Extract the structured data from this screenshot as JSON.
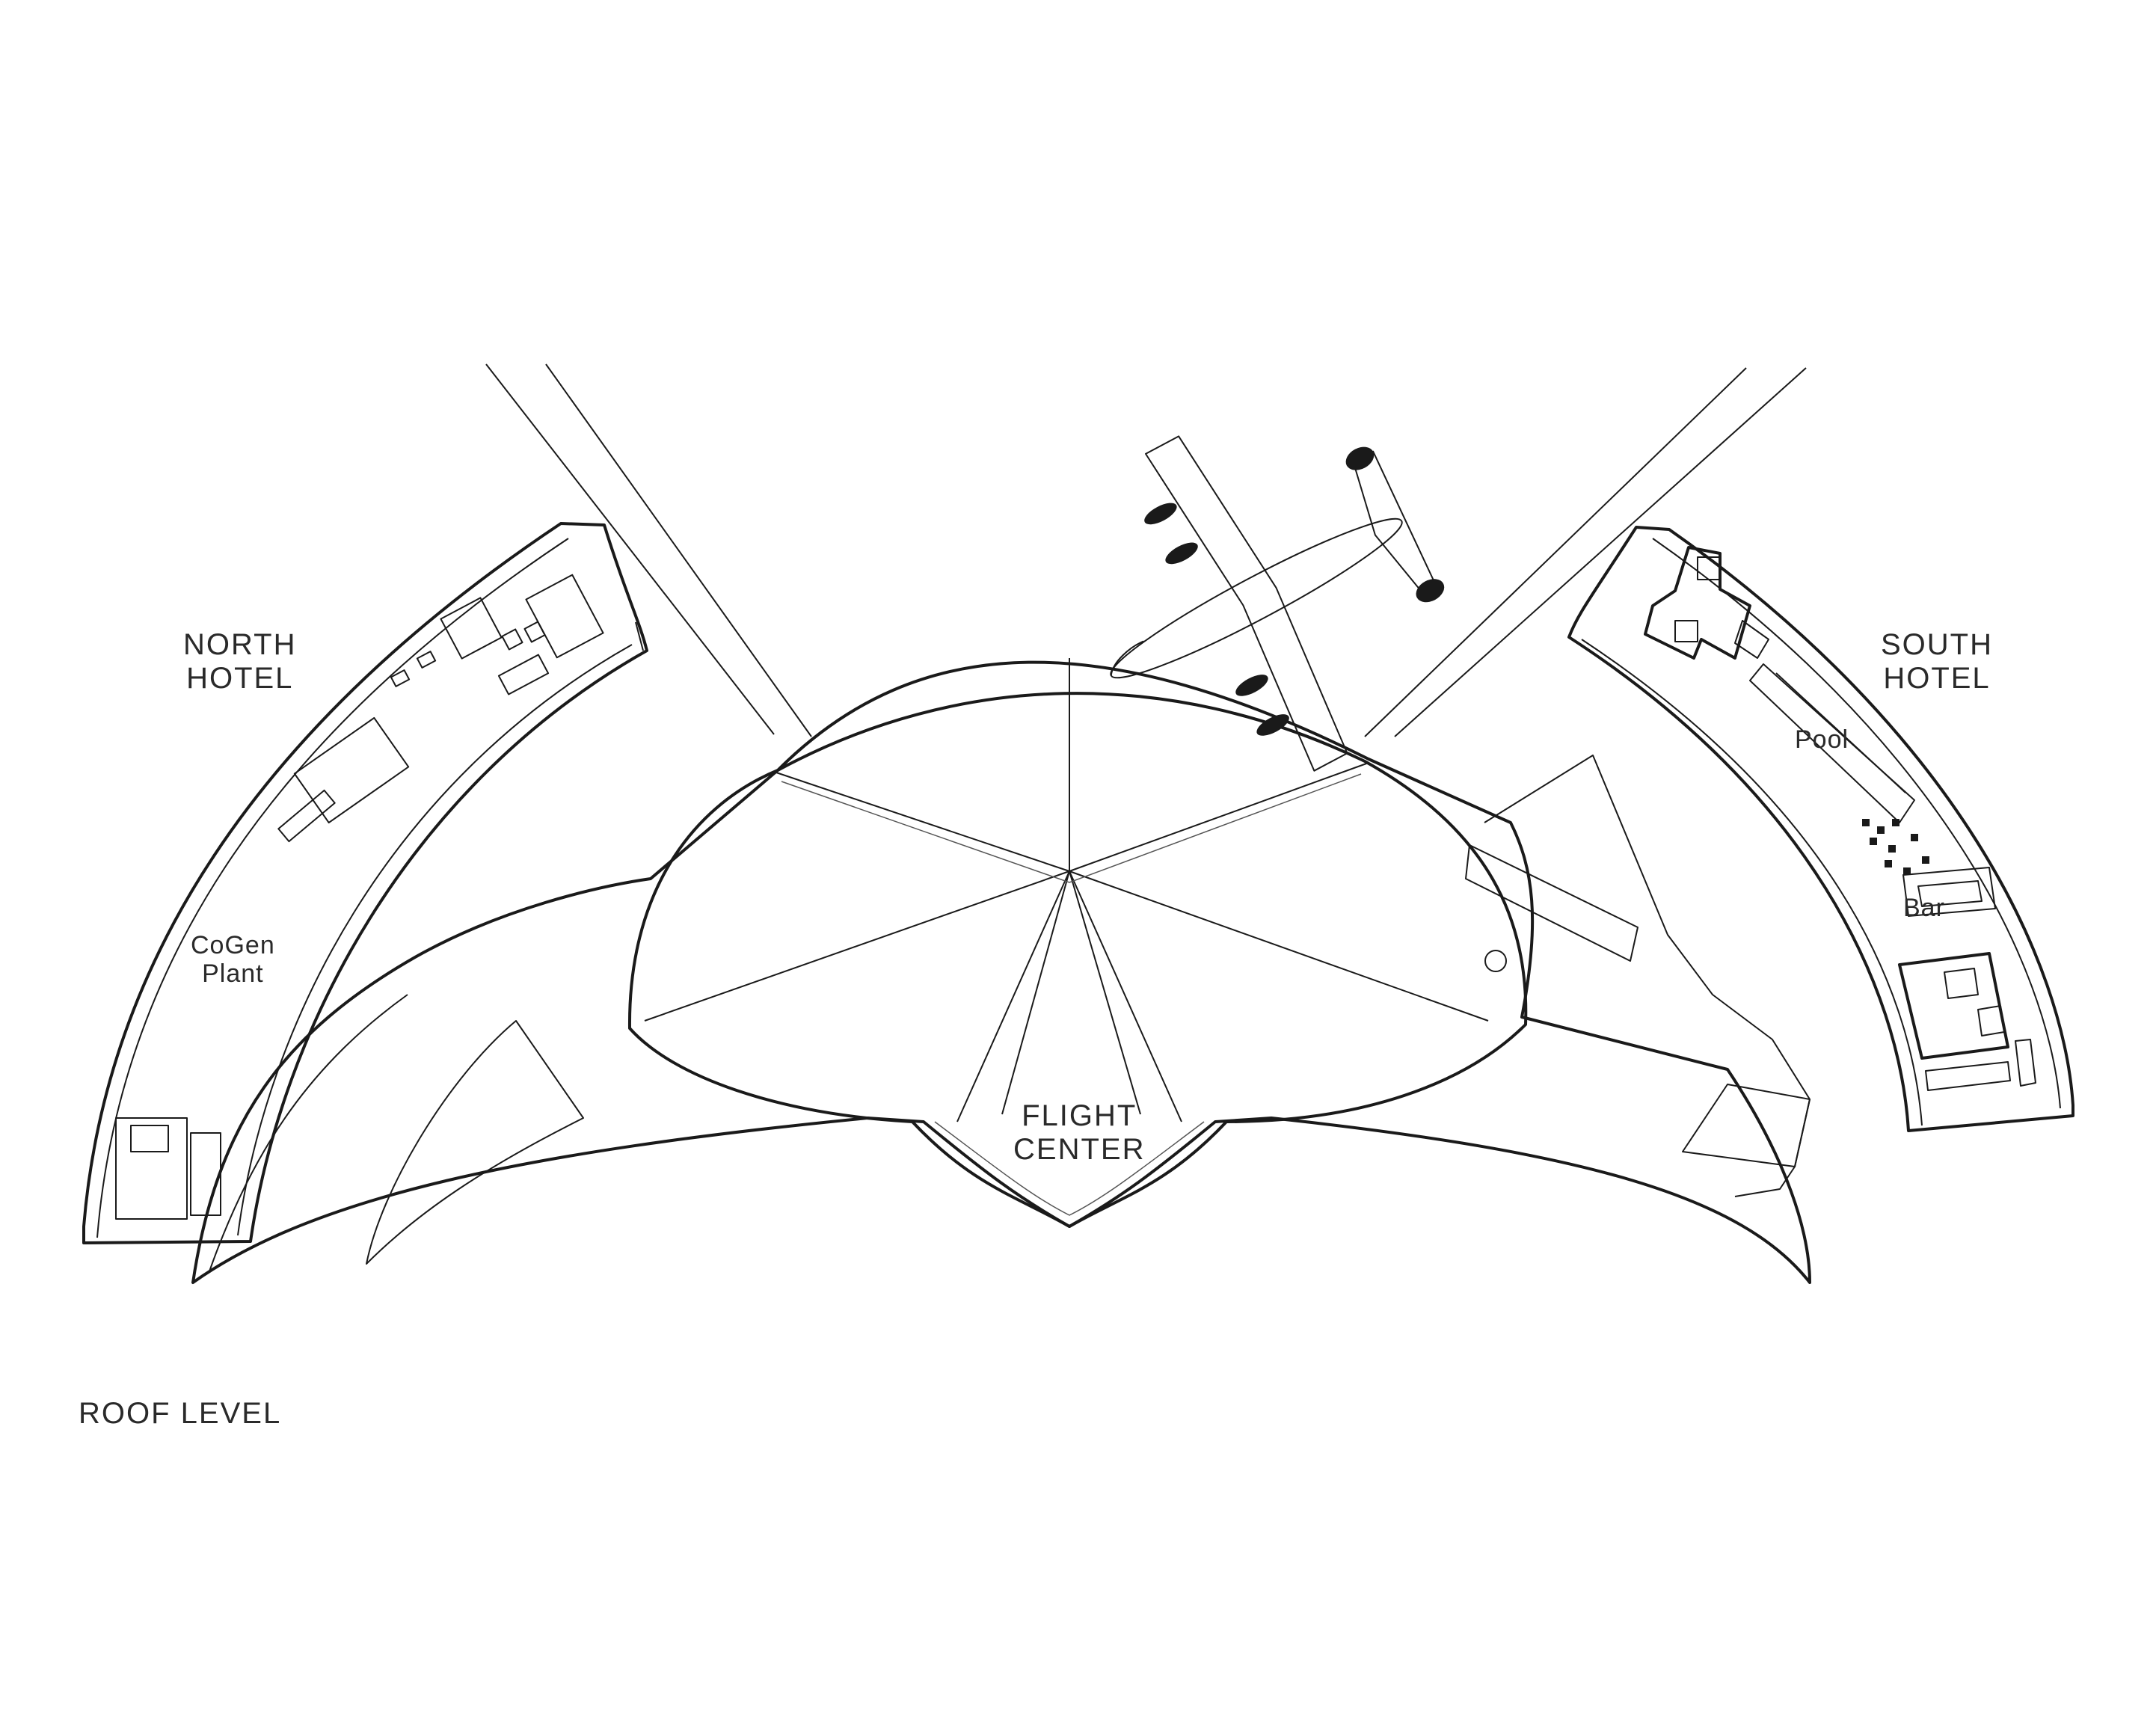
{
  "labels": {
    "north_hotel": [
      "NORTH",
      "HOTEL"
    ],
    "south_hotel": [
      "SOUTH",
      "HOTEL"
    ],
    "flight_center": [
      "FLIGHT",
      "CENTER"
    ],
    "cogen_plant": [
      "CoGen",
      "Plant"
    ],
    "pool": "Pool",
    "bar": "Bar",
    "roof_level": "ROOF LEVEL"
  }
}
